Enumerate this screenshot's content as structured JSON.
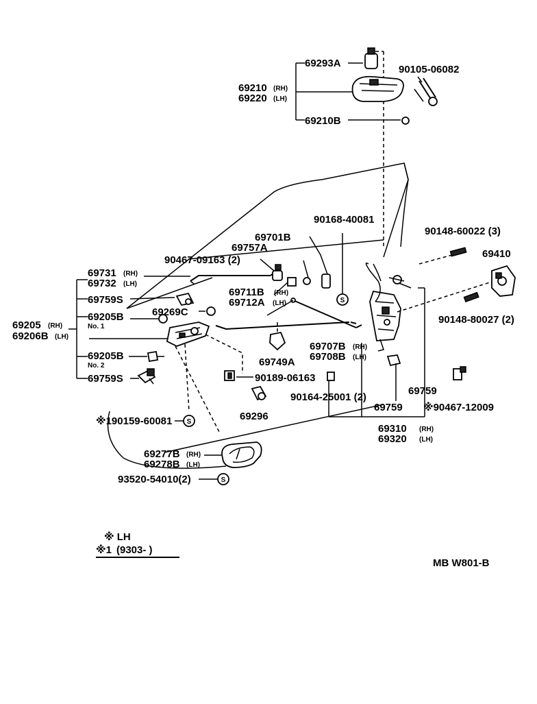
{
  "labels": {
    "p69293A": "69293A",
    "p90105_06082": "90105-06082",
    "p69210": "69210",
    "p69220": "69220",
    "p69210B": "69210B",
    "p90168_40081": "90168-40081",
    "p90148_60022": "90148-60022 (3)",
    "p69410": "69410",
    "p69701B": "69701B",
    "p69757A": "69757A",
    "p90467_09163": "90467-09163 (2)",
    "p69731": "69731",
    "p69732": "69732",
    "p69759S_a": "69759S",
    "p69205": "69205",
    "p69206B": "69206B",
    "p69205B_a": "69205B",
    "no1": "No. 1",
    "p69269C": "69269C",
    "p69711B": "69711B",
    "p69712A": "69712A",
    "p90148_80027": "90148-80027 (2)",
    "p69707B": "69707B",
    "p69708B": "69708B",
    "p69749A": "69749A",
    "p69205B_b": "69205B",
    "no2": "No. 2",
    "p69759S_b": "69759S",
    "p90189_06163": "90189-06163",
    "p90164_25001": "90164-25001 (2)",
    "p69759_a": "69759",
    "p69759_b": "69759",
    "p90467_12009": "※90467-12009",
    "p69296": "69296",
    "p190159_60081": "※190159-60081",
    "p69310": "69310",
    "p69320": "69320",
    "p69277B": "69277B",
    "p69278B": "69278B",
    "p93520_54010": "93520-54010(2)",
    "rh": "(RH)",
    "lh": "(LH)",
    "legend_lh": "※ LH",
    "legend_1": "※1",
    "legend_1_range": "(9303-        )",
    "diagram_code": "MB  W801-B",
    "s_mark": "S"
  }
}
